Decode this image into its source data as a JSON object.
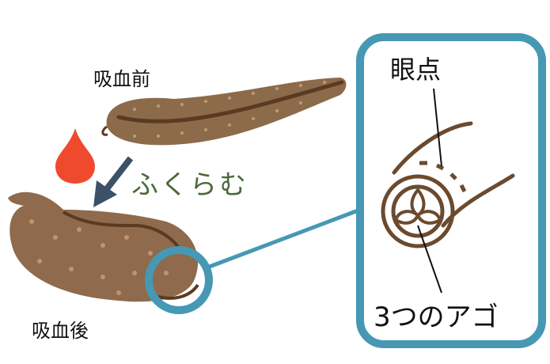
{
  "labels": {
    "before": "吸血前",
    "swell": "ふくらむ",
    "after": "吸血後",
    "eyespots": "眼点",
    "jaws": "3つのアゴ"
  },
  "colors": {
    "frame": "#4698b4",
    "leech_before": "#8b6b4a",
    "leech_after": "#8f6a4c",
    "stripe": "#5a3b22",
    "blood": "#f04a2e",
    "arrow": "#3a5166",
    "swell_text": "#4a6a3a",
    "mouth": "#6b4a2e"
  }
}
